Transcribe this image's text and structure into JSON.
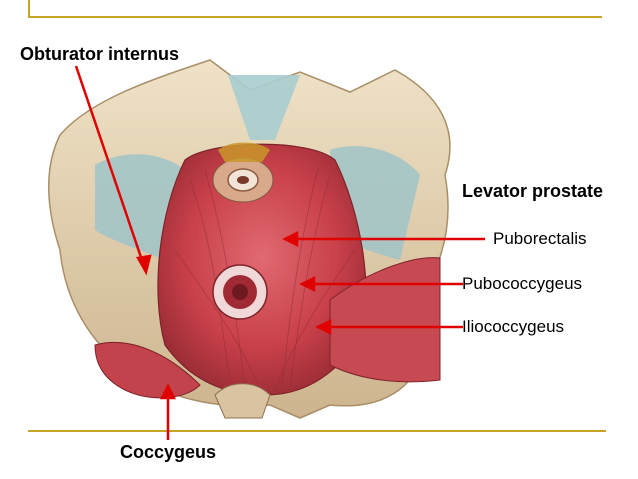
{
  "labels": {
    "obturator_internus": "Obturator internus",
    "levator_prostate": "Levator prostate",
    "puborectalis": "Puborectalis",
    "pubococcygeus": "Pubococcygeus",
    "iliococcygeus": "Iliococcygeus",
    "coccygeus": "Coccygeus"
  },
  "colors": {
    "accent_frame": "#c9a227",
    "pointer": "#e00000",
    "muscle": "#c9404a",
    "bone": "#e8d6b8",
    "ligament": "#9fc4c8"
  }
}
